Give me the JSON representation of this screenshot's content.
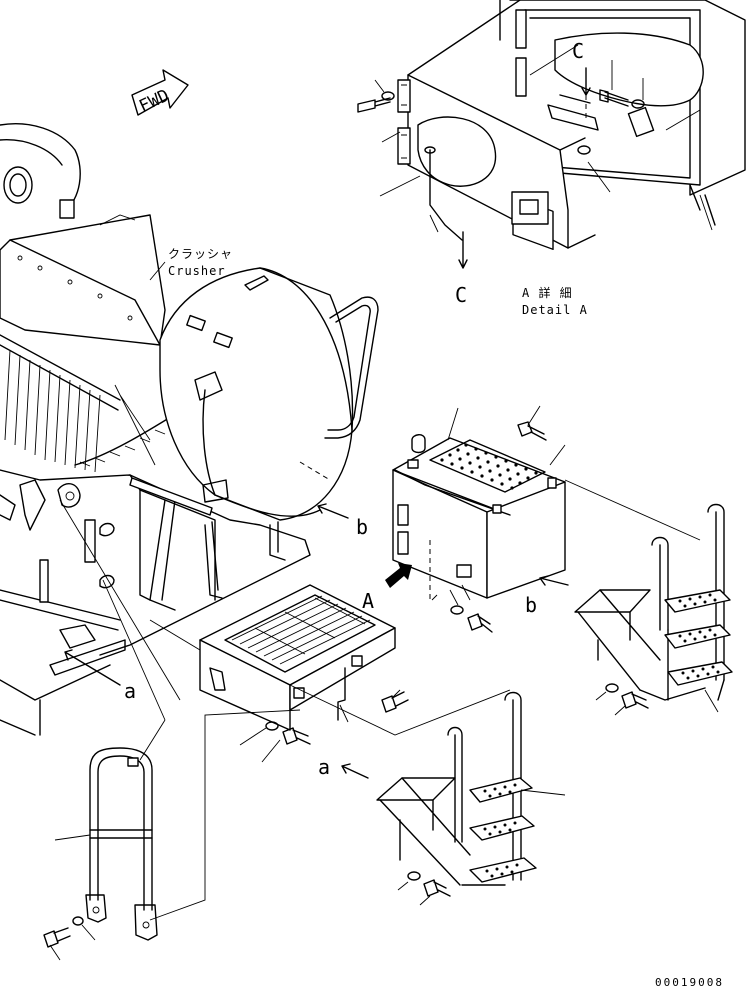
{
  "drawing": {
    "fwd_label": "FWD",
    "crusher_jp": "クラッシャ",
    "crusher_en": "Crusher",
    "detail_jp": "A 詳 細",
    "detail_en": "Detail A",
    "view_letter_A": "A",
    "ref_a_1": "a",
    "ref_a_2": "a",
    "ref_b_1": "b",
    "ref_b_2": "b",
    "ref_c_1": "C",
    "ref_c_2": "C",
    "drawing_number": "00019008"
  }
}
